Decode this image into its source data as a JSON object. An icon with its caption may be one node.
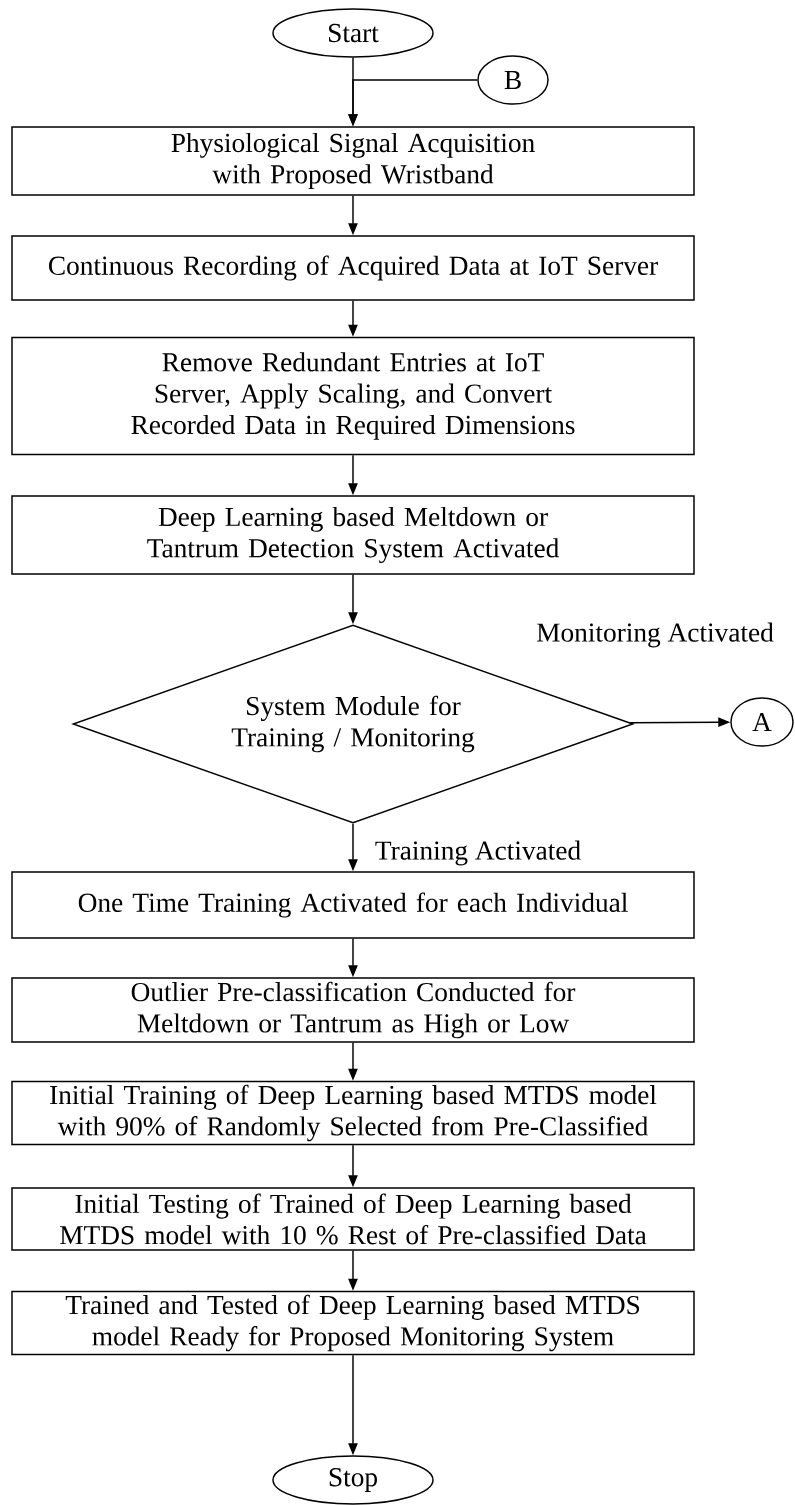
{
  "diagram": {
    "nodes": [
      {
        "text": [
          "Start"
        ]
      },
      {
        "text": [
          "B"
        ]
      },
      {
        "text": [
          "Physiological Signal Acquisition with Proposed Wristband"
        ]
      },
      {
        "text": [
          "Continuous Recording of Acquired Data at IoT Server"
        ]
      },
      {
        "text": [
          "Remove Redundant Entries at IoT Server, Apply Scaling, and Convert Recorded Data in Required Dimensions"
        ]
      },
      {
        "text": [
          "Deep Learning based Meltdown or Tantrum Detection System Activated"
        ]
      },
      {
        "text": [
          "System Module for Training / Monitoring"
        ]
      },
      {
        "text": [
          "A"
        ]
      },
      {
        "text": [
          "One Time Training Activated for each Individual"
        ]
      },
      {
        "text": [
          "Outlier Pre-classification Conducted for Meltdown or Tantrum as High or Low"
        ]
      },
      {
        "text": [
          "Initial Training of Deep Learning based MTDS model with 90% of Randomly Selected from Pre-Classified"
        ]
      },
      {
        "text": [
          "Initial Testing of Trained of Deep Learning based MTDS model with 10 % Rest of Pre-classified Data"
        ]
      },
      {
        "text": [
          "Trained and Tested of Deep Learning based MTDS model Ready for Proposed Monitoring System"
        ]
      },
      {
        "text": [
          "Stop"
        ]
      }
    ],
    "edges": [
      {
        "from": 0,
        "to": 2,
        "arrow": "to"
      },
      {
        "from": 1,
        "to": 2,
        "arrow": "to"
      },
      {
        "from": 2,
        "to": 3,
        "arrow": "to"
      },
      {
        "from": 3,
        "to": 4,
        "arrow": "to"
      },
      {
        "from": 4,
        "to": 5,
        "arrow": "to"
      },
      {
        "from": 5,
        "to": 6,
        "arrow": "to"
      },
      {
        "from": 6,
        "to": 7,
        "arrow": "to",
        "label": "Monitoring Activated"
      },
      {
        "from": 6,
        "to": 8,
        "arrow": "to",
        "label": "Training Activated"
      },
      {
        "from": 8,
        "to": 9,
        "arrow": "to"
      },
      {
        "from": 9,
        "to": 10,
        "arrow": "to"
      },
      {
        "from": 10,
        "to": 11,
        "arrow": "to"
      },
      {
        "from": 11,
        "to": 12,
        "arrow": "to"
      },
      {
        "from": 12,
        "to": 13,
        "arrow": "to"
      }
    ]
  }
}
